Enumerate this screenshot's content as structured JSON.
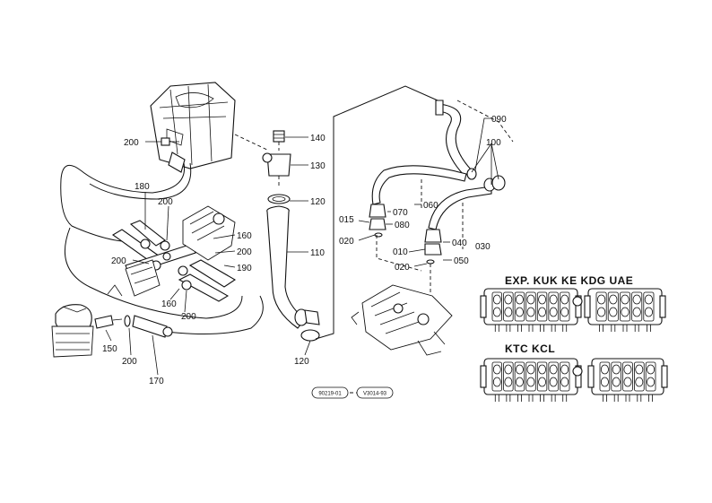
{
  "callouts": {
    "c200_top": "200",
    "c140": "140",
    "c130": "130",
    "c120_top": "120",
    "c110": "110",
    "c120_bot": "120",
    "c180": "180",
    "c200_mid": "200",
    "c160_right": "160",
    "c200_right": "200",
    "c190": "190",
    "c200_left": "200",
    "c160_low": "160",
    "c200_low": "200",
    "c150": "150",
    "c200_bottom": "200",
    "c170": "170",
    "c090": "090",
    "c100": "100",
    "c060": "060",
    "c070": "070",
    "c015": "015",
    "c080": "080",
    "c020_a": "020",
    "c010": "010",
    "c040": "040",
    "c030": "030",
    "c050": "050",
    "c020_b": "020"
  },
  "variants": {
    "group1": "EXP. KUK KE KDG UAE",
    "group2": "KTC KCL"
  },
  "reference_codes": {
    "code1": "90219-01",
    "code2": "V3014-93"
  }
}
